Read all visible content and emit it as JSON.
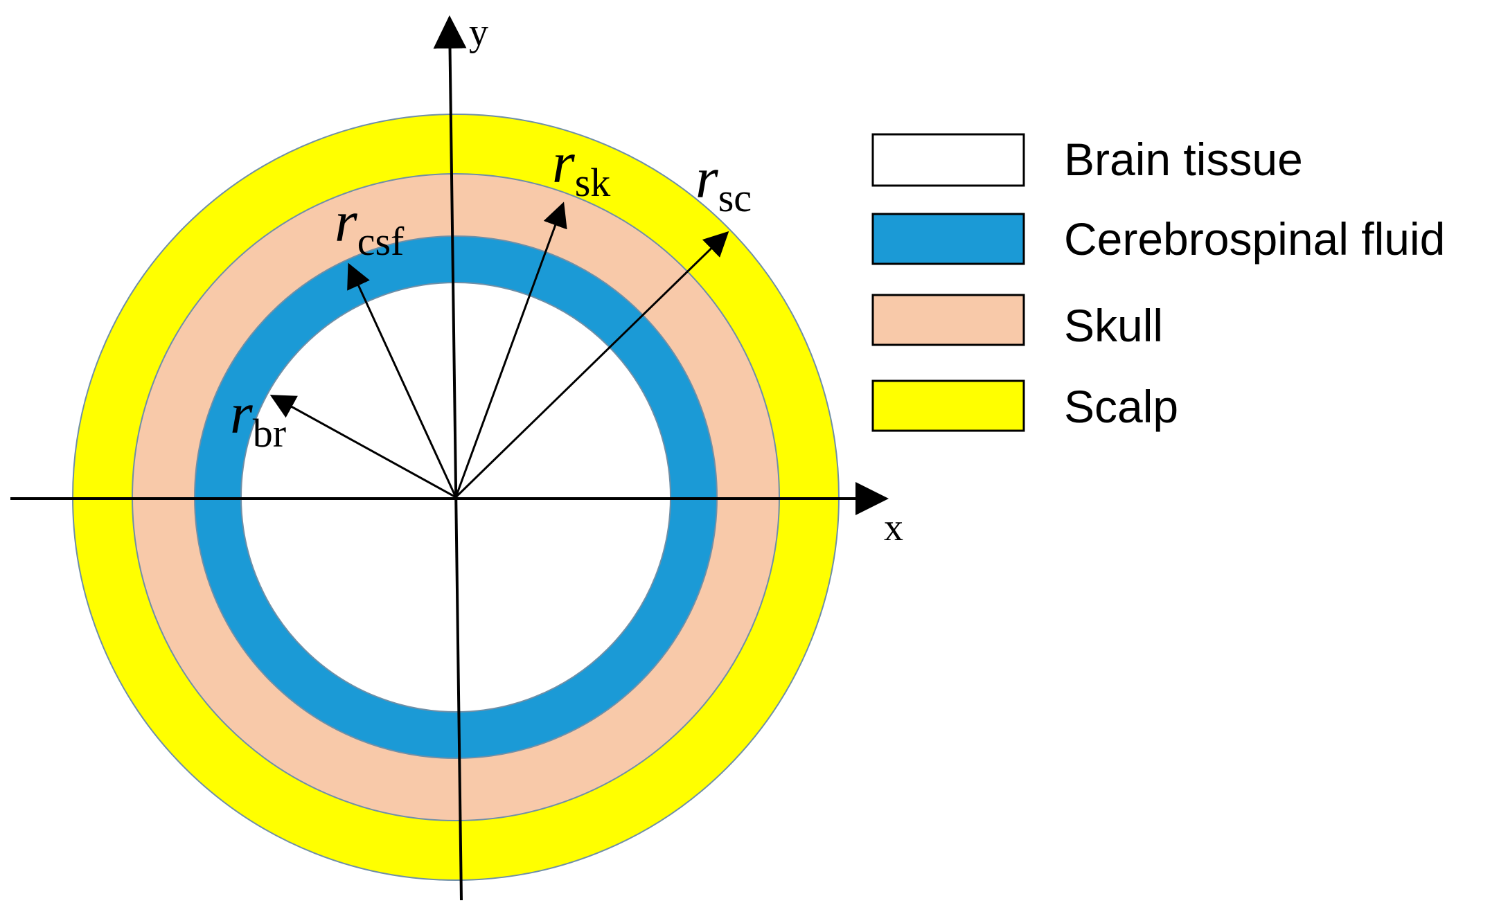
{
  "colors": {
    "brain": "#ffffff",
    "csf": "#1b9ad6",
    "skull": "#f8c9a9",
    "scalp": "#ffff00",
    "ring_stroke": "#6f8fa7"
  },
  "labels": {
    "r_main": "r",
    "br": "br",
    "csf": "csf",
    "sk": "sk",
    "sc": "sc"
  },
  "axes": {
    "x": "x",
    "y": "y"
  },
  "legend": {
    "brain": "Brain tissue",
    "csf": "Cerebrospinal fluid",
    "skull": "Skull",
    "scalp": "Scalp"
  }
}
